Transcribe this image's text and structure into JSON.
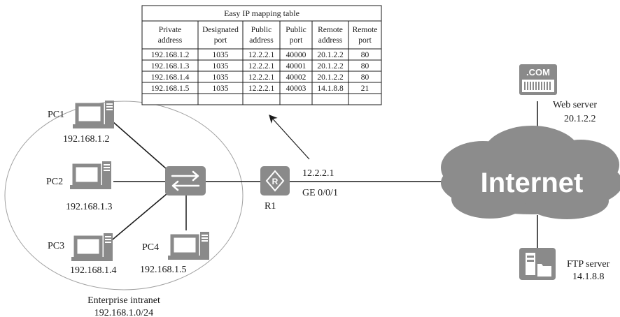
{
  "mapping_table": {
    "title": "Easy IP mapping table",
    "headers": [
      [
        "Private",
        "address"
      ],
      [
        "Designated",
        "port"
      ],
      [
        "Public",
        "address"
      ],
      [
        "Public",
        "port"
      ],
      [
        "Remote",
        "address"
      ],
      [
        "Remote",
        "port"
      ]
    ],
    "rows": [
      [
        "192.168.1.2",
        "1035",
        "12.2.2.1",
        "40000",
        "20.1.2.2",
        "80"
      ],
      [
        "192.168.1.3",
        "1035",
        "12.2.2.1",
        "40001",
        "20.1.2.2",
        "80"
      ],
      [
        "192.168.1.4",
        "1035",
        "12.2.2.1",
        "40002",
        "20.1.2.2",
        "80"
      ],
      [
        "192.168.1.5",
        "1035",
        "12.2.2.1",
        "40003",
        "14.1.8.8",
        "21"
      ],
      [
        "",
        "",
        "",
        "",
        "",
        ""
      ]
    ]
  },
  "pcs": [
    {
      "name": "PC1",
      "ip": "192.168.1.2"
    },
    {
      "name": "PC2",
      "ip": "192.168.1.3"
    },
    {
      "name": "PC3",
      "ip": "192.168.1.4"
    },
    {
      "name": "PC4",
      "ip": "192.168.1.5"
    }
  ],
  "router": {
    "name": "R1",
    "public_ip": "12.2.2.1",
    "interface": "GE 0/0/1"
  },
  "internet": {
    "label": "Internet"
  },
  "web_server": {
    "badge": ".COM",
    "name": "Web server",
    "ip": "20.1.2.2"
  },
  "ftp_server": {
    "name": "FTP server",
    "ip": "14.1.8.8"
  },
  "intranet": {
    "name": "Enterprise intranet",
    "subnet": "192.168.1.0/24"
  },
  "colors": {
    "device": "#8a8a8a",
    "device_dark": "#6e6e6e",
    "cloud": "#8c8c8c",
    "line": "#1a1a1a"
  }
}
